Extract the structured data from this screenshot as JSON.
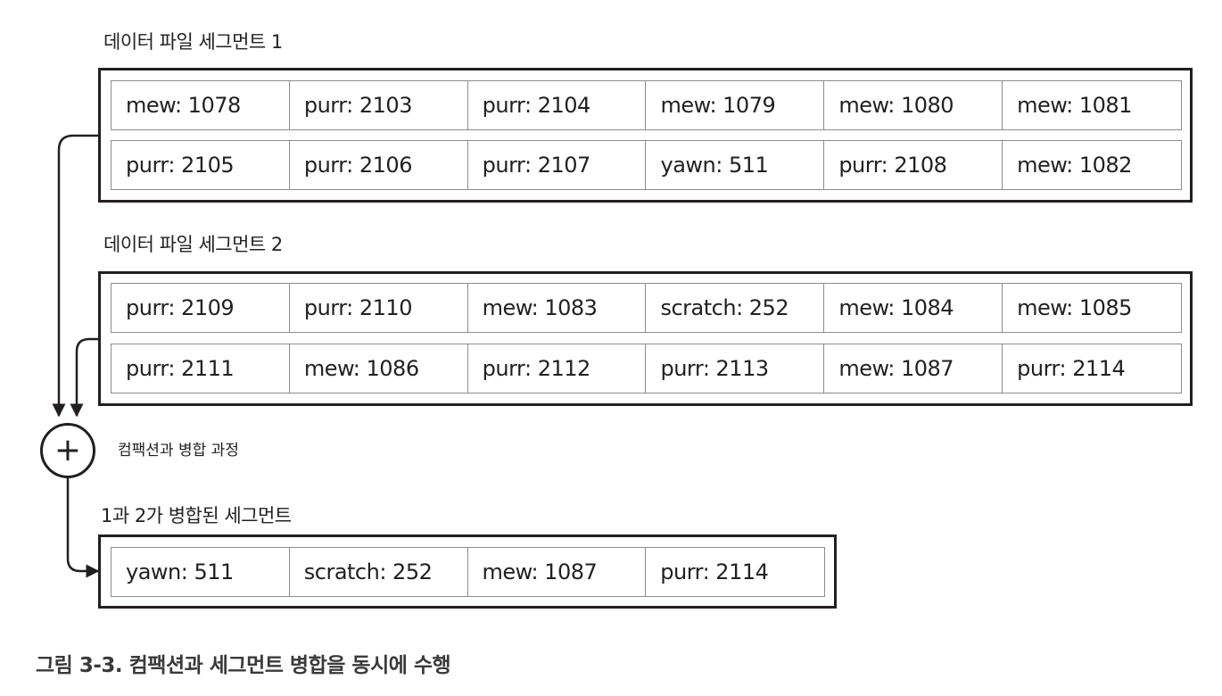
{
  "segment1": {
    "title": "데이터 파일 세그먼트 1",
    "rows": [
      [
        "mew: 1078",
        "purr: 2103",
        "purr: 2104",
        "mew: 1079",
        "mew: 1080",
        "mew: 1081"
      ],
      [
        "purr: 2105",
        "purr: 2106",
        "purr: 2107",
        "yawn: 511",
        "purr: 2108",
        "mew: 1082"
      ]
    ]
  },
  "segment2": {
    "title": "데이터 파일 세그먼트 2",
    "rows": [
      [
        "purr: 2109",
        "purr: 2110",
        "mew: 1083",
        "scratch: 252",
        "mew: 1084",
        "mew: 1085"
      ],
      [
        "purr: 2111",
        "mew: 1086",
        "purr: 2112",
        "purr: 2113",
        "mew: 1087",
        "purr: 2114"
      ]
    ]
  },
  "merge": {
    "symbol": "+",
    "label": "컴팩션과 병합 과정"
  },
  "merged": {
    "title": "1과 2가 병합된 세그먼트",
    "rows": [
      [
        "yawn: 511",
        "scratch: 252",
        "mew: 1087",
        "purr: 2114"
      ]
    ]
  },
  "caption": "그림 3-3. 컴팩션과 세그먼트 병합을 동시에 수행"
}
